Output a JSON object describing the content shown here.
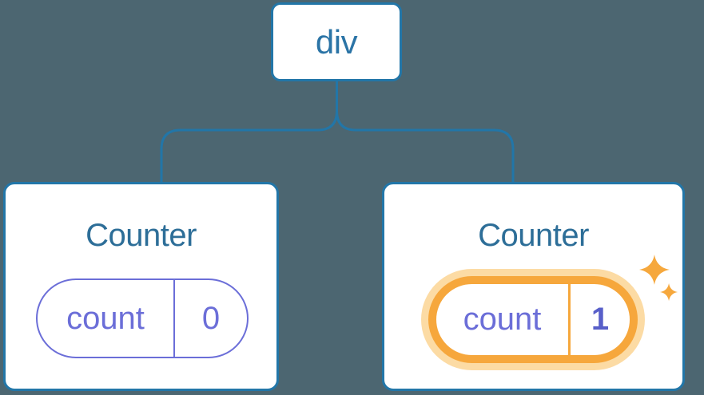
{
  "diagram": {
    "background_color": "#4C6671",
    "root": {
      "label": "div"
    },
    "children": [
      {
        "title": "Counter",
        "state": {
          "name": "count",
          "value": "0"
        },
        "highlighted": false
      },
      {
        "title": "Counter",
        "state": {
          "name": "count",
          "value": "1"
        },
        "highlighted": true
      }
    ],
    "icons": [
      {
        "name": "sparkles-icon"
      }
    ],
    "colors": {
      "node_border_blue": "#2276A8",
      "node_label_blue": "#2B74A6",
      "title_blue": "#2D6E98",
      "state_purple": "#6B6ED8",
      "value_bold_purple": "#585FC9",
      "highlight_orange": "#F6A73C",
      "highlight_glow": "#FCDBA4",
      "card_background": "#FFFFFF"
    }
  }
}
